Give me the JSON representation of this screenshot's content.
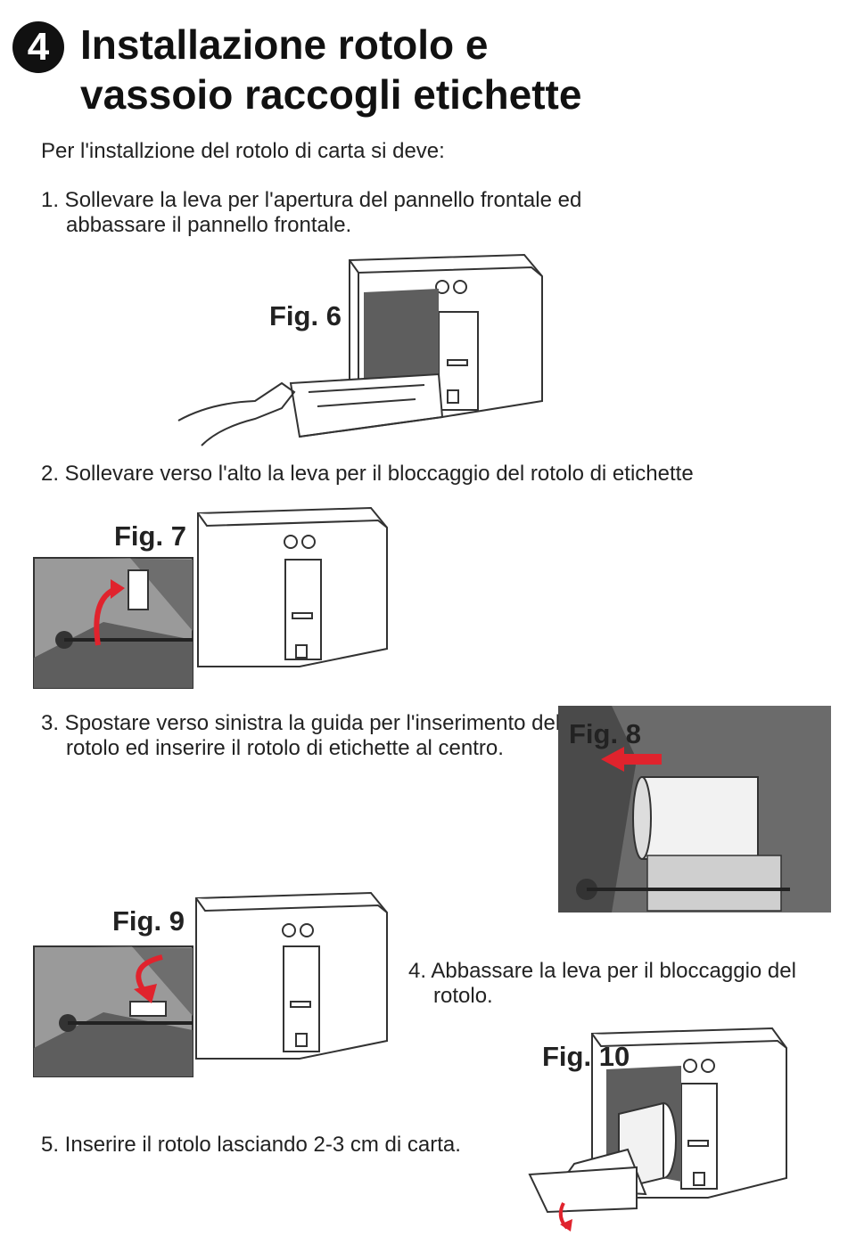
{
  "header": {
    "step_number": "4",
    "title_line1": "Installazione rotolo e",
    "title_line2": "vassoio raccogli etichette"
  },
  "intro": "Per l'installzione del rotolo di carta si deve:",
  "steps": [
    {
      "text": "1. Sollevare la leva per l'apertura del pannello frontale ed abbassare il pannello frontale."
    },
    {
      "text": "2. Sollevare verso l'alto la leva per il bloccaggio del rotolo di etichette"
    },
    {
      "text": "3. Spostare verso sinistra la guida per l'inserimento del rotolo ed inserire il rotolo di etichette al centro."
    },
    {
      "text": "4. Abbassare la leva per il bloccaggio del rotolo."
    },
    {
      "text": "5. Inserire il rotolo lasciando 2-3 cm di carta."
    }
  ],
  "figures": [
    {
      "label": "Fig. 6"
    },
    {
      "label": "Fig. 7"
    },
    {
      "label": "Fig. 8"
    },
    {
      "label": "Fig. 9"
    },
    {
      "label": "Fig. 10"
    }
  ],
  "colors": {
    "arrow": "#e0232d",
    "dark_gray": "#5e5e5e",
    "light_gray": "#9a9a9a",
    "line": "#333333"
  }
}
